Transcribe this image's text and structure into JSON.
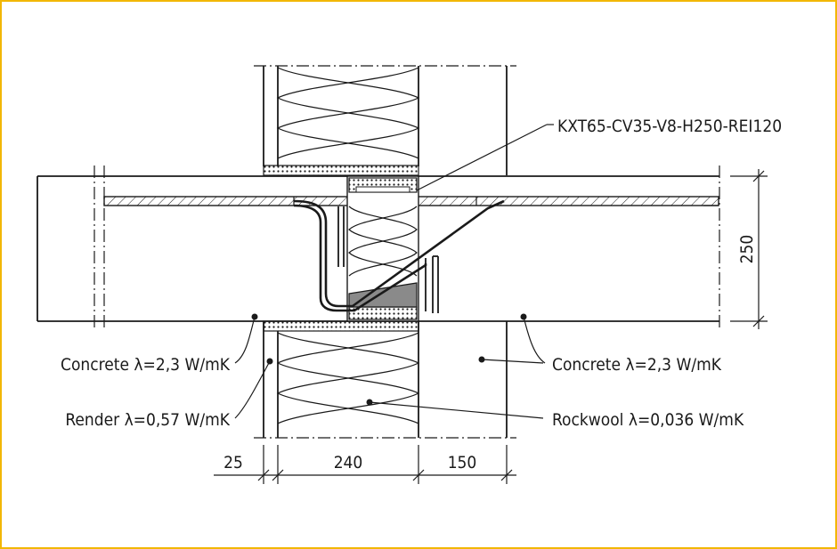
{
  "colors": {
    "frame": "#f2b705",
    "line": "#1a1a1a",
    "steel_fill": "#9a9a9a",
    "bearing_fill": "#7a7a7a"
  },
  "labels": {
    "product": "KXT65-CV35-V8-H250-REI120",
    "concrete_left": "Concrete λ=2,3 W/mK",
    "concrete_right": "Concrete λ=2,3 W/mK",
    "render": "Render λ=0,57 W/mK",
    "rockwool": "Rockwool λ=0,036 W/mK"
  },
  "dimensions": {
    "slab_height": "250",
    "render": "25",
    "insulation": "240",
    "concrete": "150"
  }
}
